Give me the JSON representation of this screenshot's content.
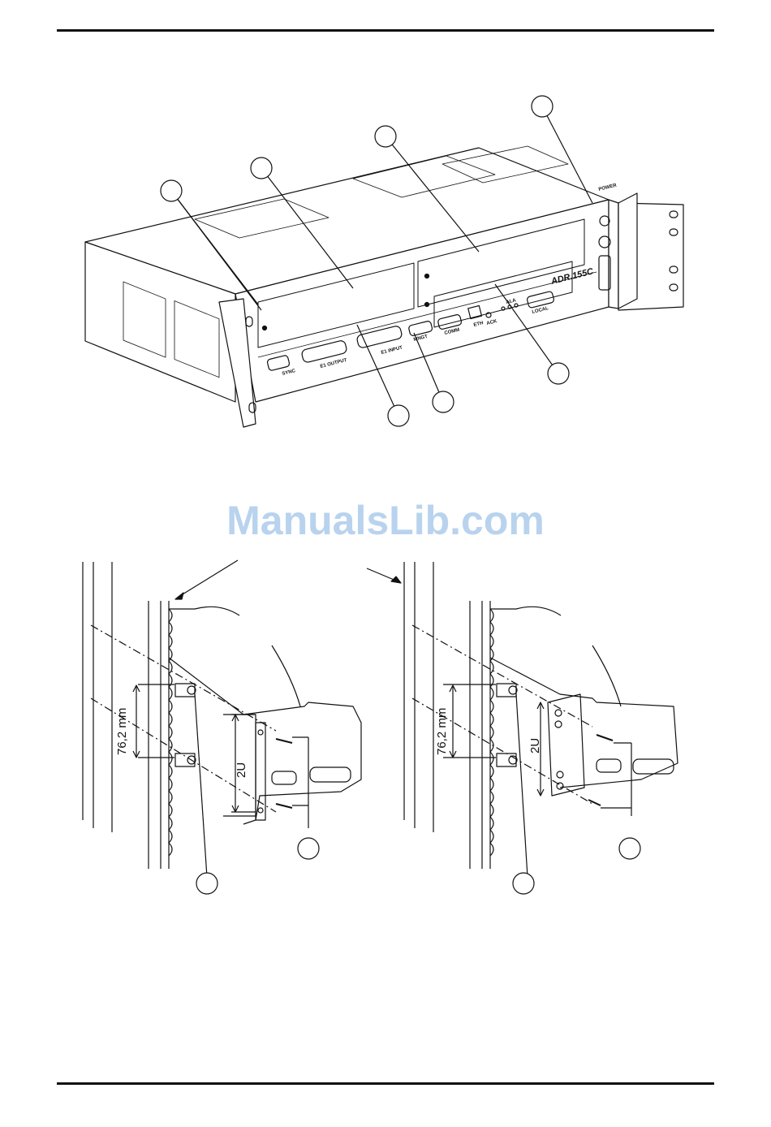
{
  "colors": {
    "ink": "#111111",
    "watermark": "#b9d3ee"
  },
  "watermark": "ManualsLib.com",
  "equipment": {
    "model": "ADR.155C",
    "ports": {
      "sync": "SYNC",
      "e1_output": "E1 OUTPUT",
      "e1_input": "E1 INPUT",
      "mngt": "MNGT",
      "comm": "COMM",
      "eth": "ETH",
      "ack": "ACK",
      "alarm": "ALA",
      "local": "LOCAL",
      "power": "POWER"
    }
  },
  "rack_mount": {
    "left": {
      "hole_pitch": "76,2 mm",
      "height_units": "2U"
    },
    "right": {
      "hole_pitch": "76,2 mm",
      "height_units": "2U"
    }
  }
}
